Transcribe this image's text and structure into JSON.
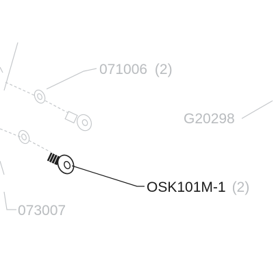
{
  "callouts": [
    {
      "part": "071006",
      "qty": "(2)"
    },
    {
      "part": "G20298",
      "qty": ""
    },
    {
      "part": "OSK101M-1",
      "qty": "(2)"
    },
    {
      "part": "073007",
      "qty": ""
    }
  ],
  "colors": {
    "faded": "#b9bcbf",
    "highlight": "#1a1a1a"
  }
}
